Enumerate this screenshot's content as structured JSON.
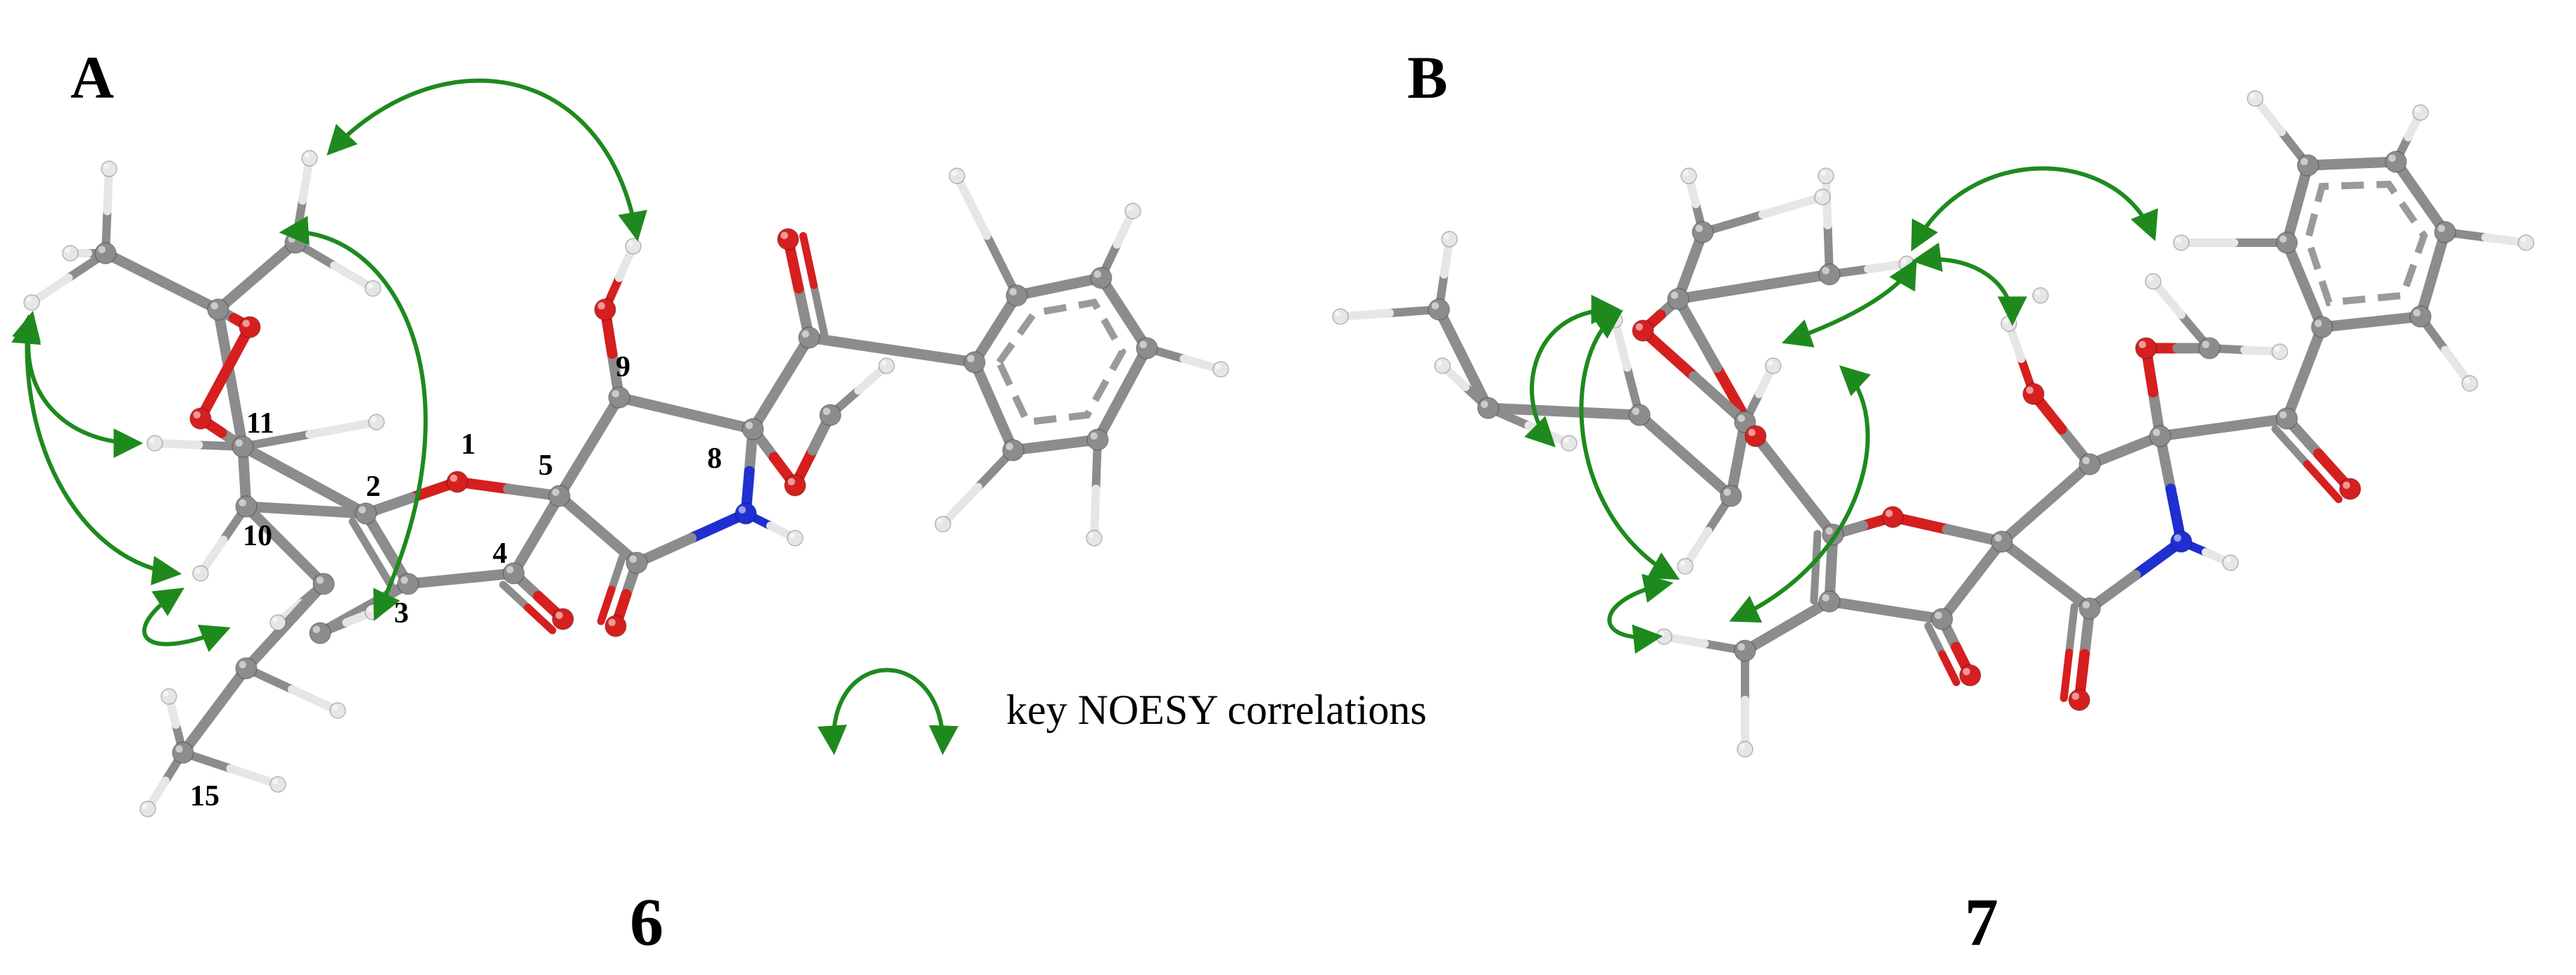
{
  "panels": {
    "a": {
      "letter": "A",
      "compound": "6"
    },
    "b": {
      "letter": "B",
      "compound": "7"
    }
  },
  "legend": {
    "text": "key NOESY correlations"
  },
  "atom_numbers_a": [
    "1",
    "2",
    "3",
    "4",
    "5",
    "8",
    "9",
    "10",
    "11",
    "15"
  ],
  "colors": {
    "carbon": "#8c8c8c",
    "oxygen": "#d61f1f",
    "nitrogen": "#1f2fd0",
    "hydrogen": "#e6e6e6",
    "noesy_arrow": "#1e8a1e"
  }
}
